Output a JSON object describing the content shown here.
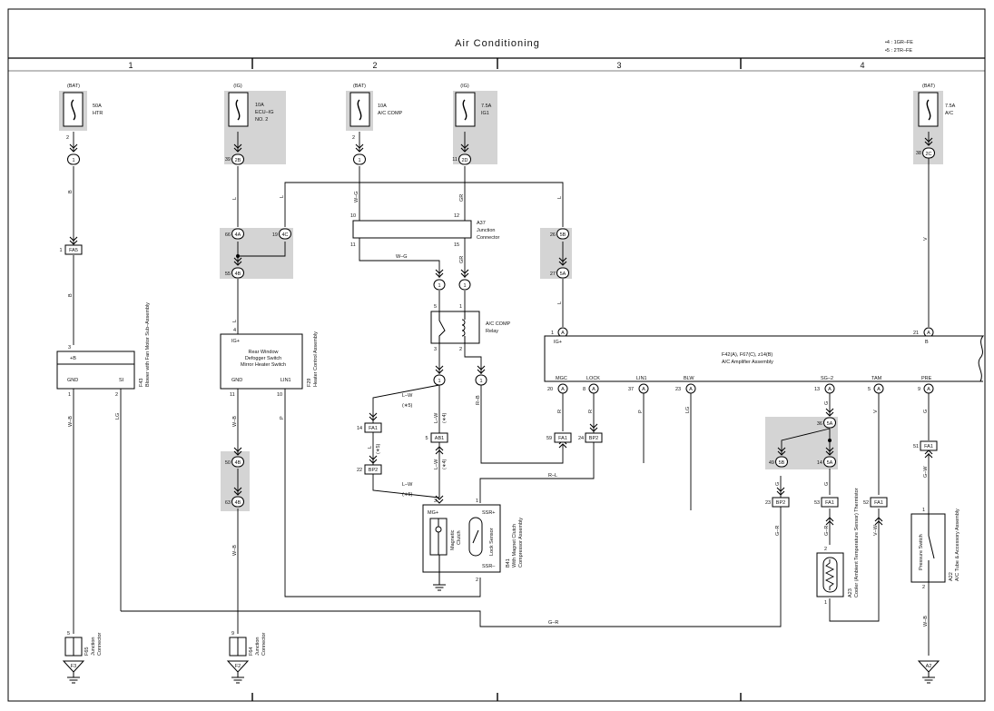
{
  "title": "Air Conditioning",
  "notes": [
    "•4 : 1GR–FE",
    "•5 : 2TR–FE"
  ],
  "zones": [
    "1",
    "2",
    "3",
    "4"
  ],
  "fuses": [
    {
      "id": "f1",
      "source": "(BAT)",
      "amp": "50A",
      "name1": "HTR",
      "name2": "",
      "name3": ""
    },
    {
      "id": "f2",
      "source": "(IG)",
      "amp": "10A",
      "name1": "ECU–IG",
      "name2": "NO. 2",
      "name3": ""
    },
    {
      "id": "f3",
      "source": "(BAT)",
      "amp": "10A",
      "name1": "A/C COMP",
      "name2": "",
      "name3": ""
    },
    {
      "id": "f4",
      "source": "(IG)",
      "amp": "7.5A",
      "name1": "IG1",
      "name2": "",
      "name3": ""
    },
    {
      "id": "f5",
      "source": "(BAT)",
      "amp": "7.5A",
      "name1": "A/C",
      "name2": "",
      "name3": ""
    }
  ],
  "wires": {
    "B": "B",
    "L": "L",
    "W_G": "W–G",
    "GR": "GR",
    "V": "V",
    "W_B": "W–B",
    "LG": "LG",
    "P": "P",
    "R": "R",
    "R_B": "R–B",
    "L_W": "L–W",
    "G": "G",
    "G_R": "G–R",
    "V_W": "V–W",
    "G_W": "G–W",
    "R_L": "R–L"
  },
  "variants": {
    "v4": "(∗4)",
    "v5": "(∗5)"
  },
  "pins": {
    "p2": "2",
    "p39": "39",
    "p11": "11",
    "p38": "38",
    "p1": "1",
    "p10": "10",
    "p12": "12",
    "p15": "15",
    "p66": "66",
    "p19": "19",
    "p55": "55",
    "p26": "26",
    "p27": "27",
    "p4": "4",
    "p3": "3",
    "p5": "5",
    "p21": "21",
    "p20": "20",
    "p8": "8",
    "p37": "37",
    "p23": "23",
    "p13": "13",
    "p9": "9",
    "p14": "14",
    "p22": "22",
    "p59": "59",
    "p24": "24",
    "p36": "36",
    "p49": "49",
    "p53": "53",
    "p52": "52",
    "p51": "51",
    "p50": "50",
    "p63": "63"
  },
  "connectors": {
    "c1": "1",
    "c2B": "2B",
    "c2D": "2D",
    "c2C": "2C",
    "c4A": "4A",
    "c4C": "4C",
    "c4B": "4B",
    "c5B": "5B",
    "c5A": "5A",
    "cA": "A"
  },
  "tags": {
    "FA5": "FA5",
    "FA1": "FA1",
    "BP2": "BP2",
    "AB1": "AB1",
    "F3": "F3",
    "F2": "F2",
    "A2": "A2"
  },
  "components": {
    "a37_name": "A37",
    "a37_l1": "Junction",
    "a37_l2": "Connector",
    "relay_l1": "A/C COMP",
    "relay_l2": "Relay",
    "f43_l1": "F43",
    "f43_l2": "Blower with Fan Motor Sub–Assembly",
    "f43_b": "+B",
    "f43_gnd": "GND",
    "f43_si": "SI",
    "f29_l1": "F29",
    "f29_l2": "Heater Control Assembly",
    "f29_ig": "IG+",
    "f29_n1": "Rear Window",
    "f29_n2": "Defogger Switch",
    "f29_n3": "Mirror Heater Switch",
    "f29_gnd": "GND",
    "f29_lin": "LIN1",
    "amp_ig": "IG+",
    "amp_b": "B",
    "amp_l1": "F42(A), F67(C), z14(B)",
    "amp_l2": "A/C Amplifier Assembly",
    "amp_mgc": "MGC",
    "amp_lock": "LOCK",
    "amp_lin": "LIN1",
    "amp_blw": "BLW",
    "amp_sg": "SG–2",
    "amp_tam": "TAM",
    "amp_pre": "PRE",
    "b41_mg": "MG+",
    "b41_ssrp": "SSR+",
    "b41_ssrm": "SSR–",
    "b41_clutch1": "Magnetic",
    "b41_clutch2": "Clutch",
    "b41_lock": "Lock Sensor",
    "b41_l1": "B41",
    "b41_l2": "With Magnet Clutch",
    "b41_l3": "Compressor Assembly",
    "a23_l1": "A23",
    "a23_l2": "Cooler (Ambient Temperature Sensor) Thermistor",
    "a22_l1": "A22",
    "a22_l2": "A/C Tube & Accessory Assembly",
    "a22_ps": "Pressure Switch",
    "f65_l1": "F65",
    "f65_l2": "Junction",
    "f65_l3": "Connector",
    "f64_l1": "F64",
    "f64_l2": "Junction",
    "f64_l3": "Connector"
  }
}
